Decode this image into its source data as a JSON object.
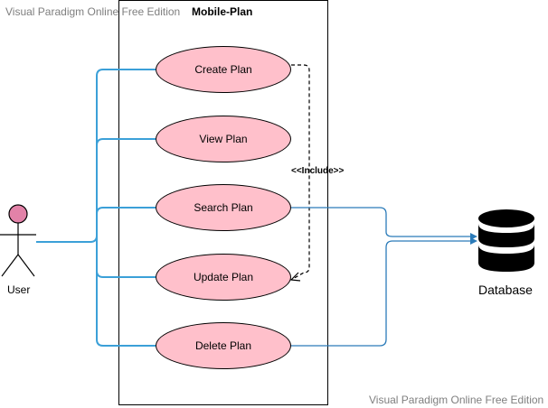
{
  "watermark": {
    "top": "Visual Paradigm Online Free Edition",
    "bottom": "Visual Paradigm Online Free Edition"
  },
  "system": {
    "title": "Mobile-Plan"
  },
  "actor": {
    "label": "User"
  },
  "use_cases": [
    {
      "label": "Create Plan"
    },
    {
      "label": "View Plan"
    },
    {
      "label": "Search Plan"
    },
    {
      "label": "Update Plan"
    },
    {
      "label": "Delete Plan"
    }
  ],
  "include": {
    "label": "<<Include>>"
  },
  "database": {
    "label": "Database"
  },
  "colors": {
    "use_case_fill": "#ffc0cb",
    "association_line": "#3ba0d8",
    "database_line": "#2b7bb9",
    "actor_head": "#e282a8",
    "watermark": "#7f7f7f"
  }
}
